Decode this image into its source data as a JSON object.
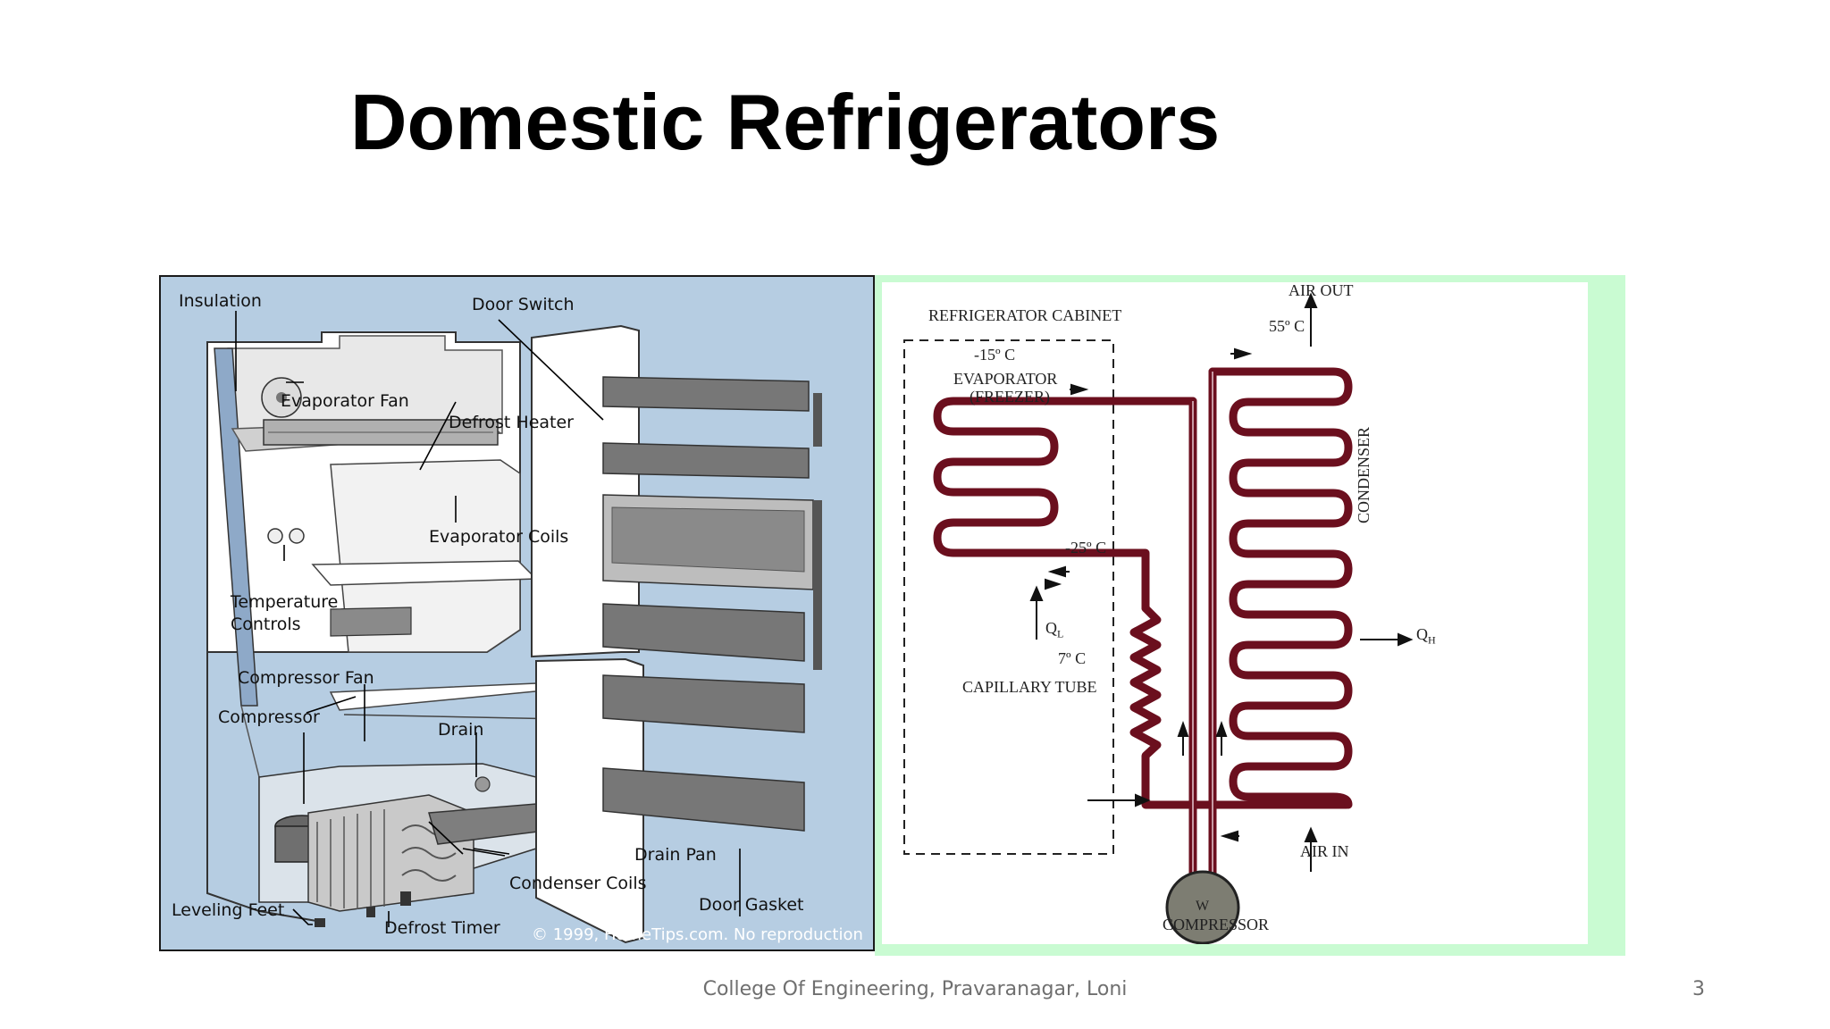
{
  "slide": {
    "title": "Domestic Refrigerators",
    "footer": "College Of Engineering, Pravaranagar, Loni",
    "page_number": "3"
  },
  "fridge_diagram": {
    "labels": {
      "insulation": "Insulation",
      "door_switch": "Door Switch",
      "evaporator_fan": "Evaporator Fan",
      "defrost_heater": "Defrost Heater",
      "evaporator_coils": "Evaporator Coils",
      "temperature_controls_1": "Temperature",
      "temperature_controls_2": "Controls",
      "compressor_fan": "Compressor Fan",
      "compressor": "Compressor",
      "drain": "Drain",
      "drain_pan": "Drain Pan",
      "condenser_coils": "Condenser Coils",
      "door_gasket": "Door Gasket",
      "leveling_feet": "Leveling Feet",
      "defrost_timer": "Defrost Timer",
      "copyright": "© 1999, HomeTips.com. No reproduction"
    }
  },
  "cycle_diagram": {
    "labels": {
      "cabinet": "REFRIGERATOR CABINET",
      "temp_evap": "-15º C",
      "evaporator": "EVAPORATOR",
      "freezer": "(FREEZER)",
      "temp_evap_in": "-25º C",
      "ql": "Q",
      "ql_sub": "L",
      "temp_cap": "7º C",
      "capillary": "CAPILLARY TUBE",
      "air_out": "AIR OUT",
      "temp_cond": "55º C",
      "condenser": "CONDENSER",
      "qh": "Q",
      "qh_sub": "H",
      "air_in": "AIR IN",
      "compressor": "COMPRESSOR",
      "compressor_symbol": "W"
    }
  },
  "colors": {
    "fridge_background": "#b6cde2",
    "cycle_background": "#c9fbd2",
    "tubing": "#6b0f1e",
    "footer_text": "#6f6f6f"
  }
}
